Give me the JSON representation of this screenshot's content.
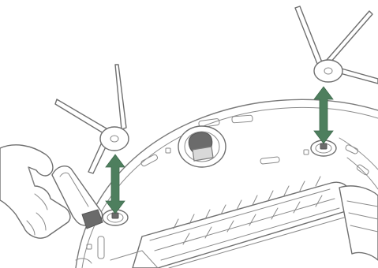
{
  "figure": {
    "subject": "robot-vacuum-underside-side-brush-installation",
    "colors": {
      "arrow": "#4e7f5e",
      "outline": "#7a7a7a",
      "background": "#ffffff"
    },
    "parts": [
      {
        "name": "side-brush-left",
        "icon": "side-brush-icon"
      },
      {
        "name": "side-brush-right",
        "icon": "side-brush-icon"
      },
      {
        "name": "mount-left",
        "icon": "brush-mount-icon"
      },
      {
        "name": "mount-right",
        "icon": "brush-mount-icon"
      },
      {
        "name": "arrow-left",
        "icon": "double-arrow-icon"
      },
      {
        "name": "arrow-right",
        "icon": "double-arrow-icon"
      },
      {
        "name": "hand-with-tool",
        "icon": "hand-tool-icon"
      },
      {
        "name": "caster-wheel",
        "icon": "wheel-icon"
      },
      {
        "name": "main-roller-brush",
        "icon": "roller-brush-icon"
      }
    ]
  }
}
